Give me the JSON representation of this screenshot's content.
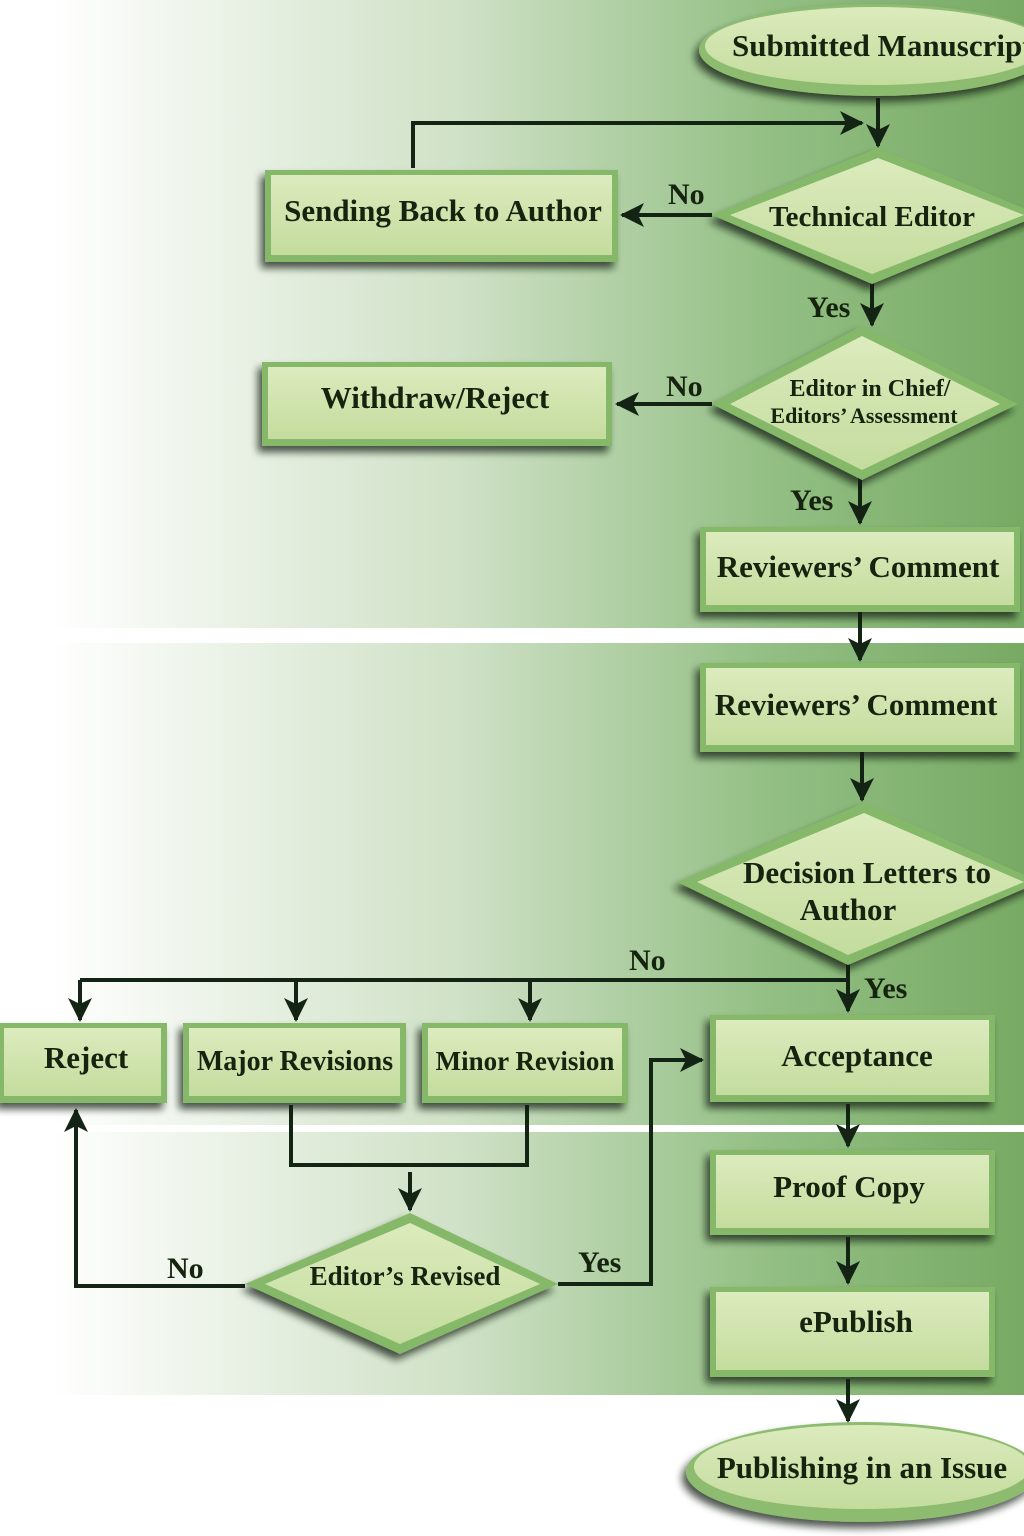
{
  "colors": {
    "box_fill": "#cde3a9",
    "box_edge": "#7fae63",
    "background_green": "#7fb06f",
    "line": "#142414"
  },
  "nodes": {
    "submitted": "Submitted Manuscript",
    "technical_editor": "Technical Editor",
    "sending_back": "Sending Back to Author",
    "editor_in_chief_1": "Editor in Chief/",
    "editor_in_chief_2": "Editors’ Assessment",
    "withdraw": "Withdraw/Reject",
    "reviewers_1": "Reviewers’ Comment",
    "reviewers_2": "Reviewers’ Comment",
    "decision_1": "Decision Letters to",
    "decision_2": "Author",
    "reject": "Reject",
    "major": "Major Revisions",
    "minor": "Minor Revision",
    "acceptance": "Acceptance",
    "editors_revised": "Editor’s Revised",
    "proof": "Proof Copy",
    "epublish": "ePublish",
    "publishing": "Publishing in an Issue"
  },
  "edges": {
    "tech_no": "No",
    "tech_yes": "Yes",
    "eic_no": "No",
    "eic_yes": "Yes",
    "decision_no": "No",
    "decision_yes": "Yes",
    "revised_no": "No",
    "revised_yes": "Yes"
  }
}
